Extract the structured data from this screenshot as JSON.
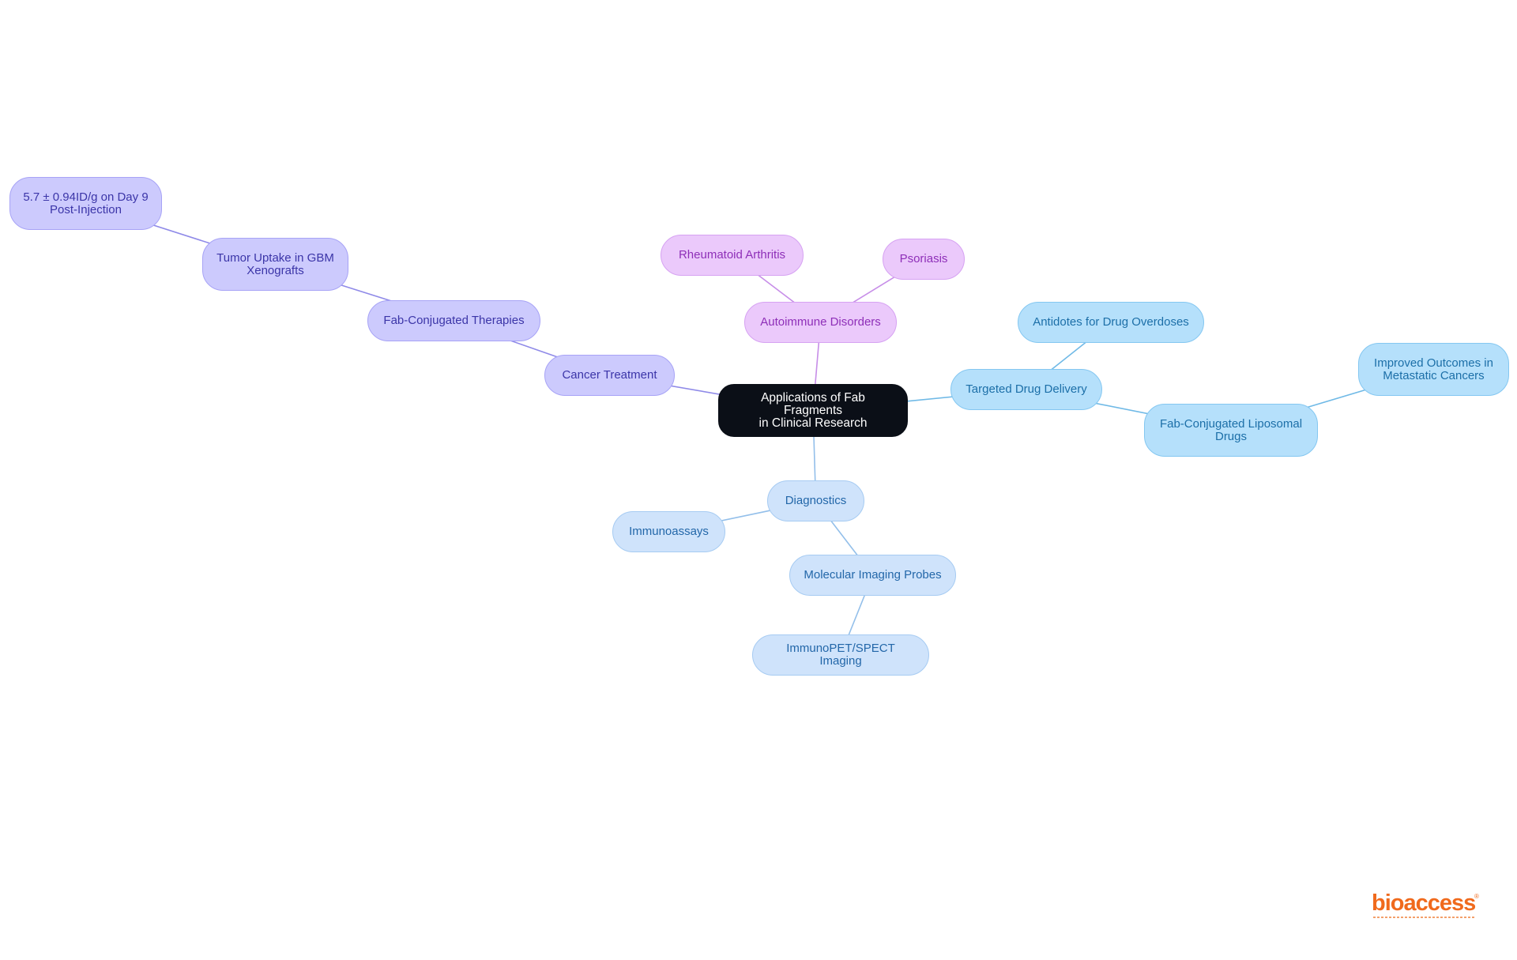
{
  "diagram": {
    "type": "mindmap",
    "root": {
      "id": "root",
      "label": "Applications of Fab Fragments\nin Clinical Research"
    },
    "nodes": [
      {
        "id": "cancer",
        "parent": "root",
        "label": "Cancer Treatment",
        "color": "indigo"
      },
      {
        "id": "fabther",
        "parent": "cancer",
        "label": "Fab-Conjugated Therapies",
        "color": "indigo"
      },
      {
        "id": "tumor",
        "parent": "fabther",
        "label": "Tumor Uptake in GBM\nXenografts",
        "color": "indigo"
      },
      {
        "id": "value",
        "parent": "tumor",
        "label": "5.7 ± 0.94ID/g on Day 9\nPost-Injection",
        "color": "indigo"
      },
      {
        "id": "auto",
        "parent": "root",
        "label": "Autoimmune Disorders",
        "color": "purple"
      },
      {
        "id": "ra",
        "parent": "auto",
        "label": "Rheumatoid Arthritis",
        "color": "purple"
      },
      {
        "id": "psoriasis",
        "parent": "auto",
        "label": "Psoriasis",
        "color": "purple"
      },
      {
        "id": "targeted",
        "parent": "root",
        "label": "Targeted Drug Delivery",
        "color": "sky"
      },
      {
        "id": "antidotes",
        "parent": "targeted",
        "label": "Antidotes for Drug Overdoses",
        "color": "sky"
      },
      {
        "id": "lipo",
        "parent": "targeted",
        "label": "Fab-Conjugated Liposomal\nDrugs",
        "color": "sky"
      },
      {
        "id": "improved",
        "parent": "lipo",
        "label": "Improved Outcomes in\nMetastatic Cancers",
        "color": "sky"
      },
      {
        "id": "diag",
        "parent": "root",
        "label": "Diagnostics",
        "color": "pale"
      },
      {
        "id": "immuno",
        "parent": "diag",
        "label": "Immunoassays",
        "color": "pale"
      },
      {
        "id": "molprobe",
        "parent": "diag",
        "label": "Molecular Imaging Probes",
        "color": "pale"
      },
      {
        "id": "pet",
        "parent": "molprobe",
        "label": "ImmunoPET/SPECT Imaging",
        "color": "pale"
      }
    ]
  },
  "colors": {
    "indigo": {
      "fill": "#cccafd",
      "stroke": "#a7a3f6",
      "text": "#3b35a8",
      "edge": "#8f8ae8"
    },
    "purple": {
      "fill": "#ebc9fb",
      "stroke": "#d6a2f2",
      "text": "#8e2fb8",
      "edge": "#c78ee8"
    },
    "sky": {
      "fill": "#b5e0fb",
      "stroke": "#84c7f1",
      "text": "#1c6fa8",
      "edge": "#6fb9e6"
    },
    "pale": {
      "fill": "#cfe3fb",
      "stroke": "#a6cbf2",
      "text": "#2367a9",
      "edge": "#93bfea"
    },
    "root": {
      "fill": "#0b0f17",
      "text": "#ffffff"
    }
  },
  "logo": {
    "text": "bioaccess",
    "registered": "®",
    "color": "#f06a1d"
  }
}
